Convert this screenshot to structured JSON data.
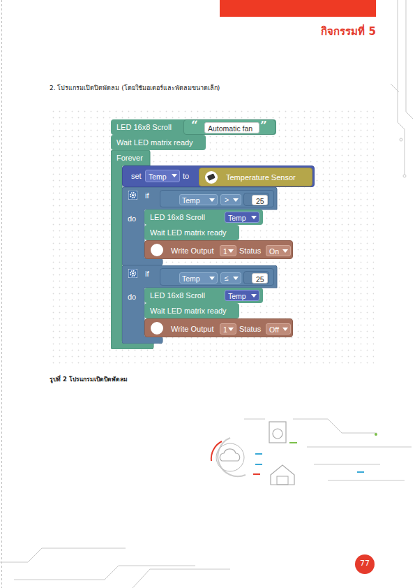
{
  "diagram": {
    "title": "2. โปรแกรมเปิดปิดพัดลม (โดยใช้มอเตอร์และพัดลมขนาดเล็ก)",
    "caption": "รูปที่ 2 โปรแกรมเปิดปิดพัดลม",
    "nodes": [
      {
        "text": [
          "LED 16x8 Scroll"
        ]
      },
      {
        "text": [
          "“",
          "”"
        ],
        "in": 0
      },
      {
        "text": [
          "Automatic fan"
        ],
        "in": 1
      },
      {
        "text": [
          "Wait LED matrix ready"
        ]
      },
      {
        "text": [
          "Forever"
        ]
      },
      {
        "text": [
          "set",
          "to"
        ],
        "in": 4
      },
      {
        "text": [
          "Temp"
        ],
        "in": 5
      },
      {
        "text": [
          "Temperature Sensor"
        ],
        "in": 5
      },
      {
        "text": [
          "if",
          "do"
        ],
        "in": 4
      },
      {
        "text": [],
        "in": 8
      },
      {
        "text": [
          "Temp"
        ],
        "in": 9
      },
      {
        "text": [
          ">"
        ],
        "in": 9
      },
      {
        "text": [],
        "in": 9
      },
      {
        "text": [
          "25"
        ],
        "in": 12
      },
      {
        "text": [
          "LED 16x8 Scroll"
        ],
        "in": 8
      },
      {
        "text": [
          "Temp"
        ],
        "in": 14
      },
      {
        "text": [
          "Wait LED matrix ready"
        ],
        "in": 8
      },
      {
        "text": [
          "Write Output",
          "Status"
        ],
        "in": 8
      },
      {
        "text": [
          "1"
        ],
        "in": 17
      },
      {
        "text": [
          "On"
        ],
        "in": 17
      },
      {
        "text": [
          "if",
          "do"
        ],
        "in": 4
      },
      {
        "text": [],
        "in": 20
      },
      {
        "text": [
          "Temp"
        ],
        "in": 21
      },
      {
        "text": [
          "≤"
        ],
        "in": 21
      },
      {
        "text": [],
        "in": 21
      },
      {
        "text": [
          "25"
        ],
        "in": 24
      },
      {
        "text": [
          "LED 16x8 Scroll"
        ],
        "in": 20
      },
      {
        "text": [
          "Temp"
        ],
        "in": 26
      },
      {
        "text": [
          "Wait LED matrix ready"
        ],
        "in": 20
      },
      {
        "text": [
          "Write Output",
          "Status"
        ],
        "in": 20
      },
      {
        "text": [
          "1"
        ],
        "in": 29
      },
      {
        "text": [
          "Off"
        ],
        "in": 29
      }
    ],
    "labels": [
      "กิจกรรมที่ 5",
      "77"
    ]
  }
}
